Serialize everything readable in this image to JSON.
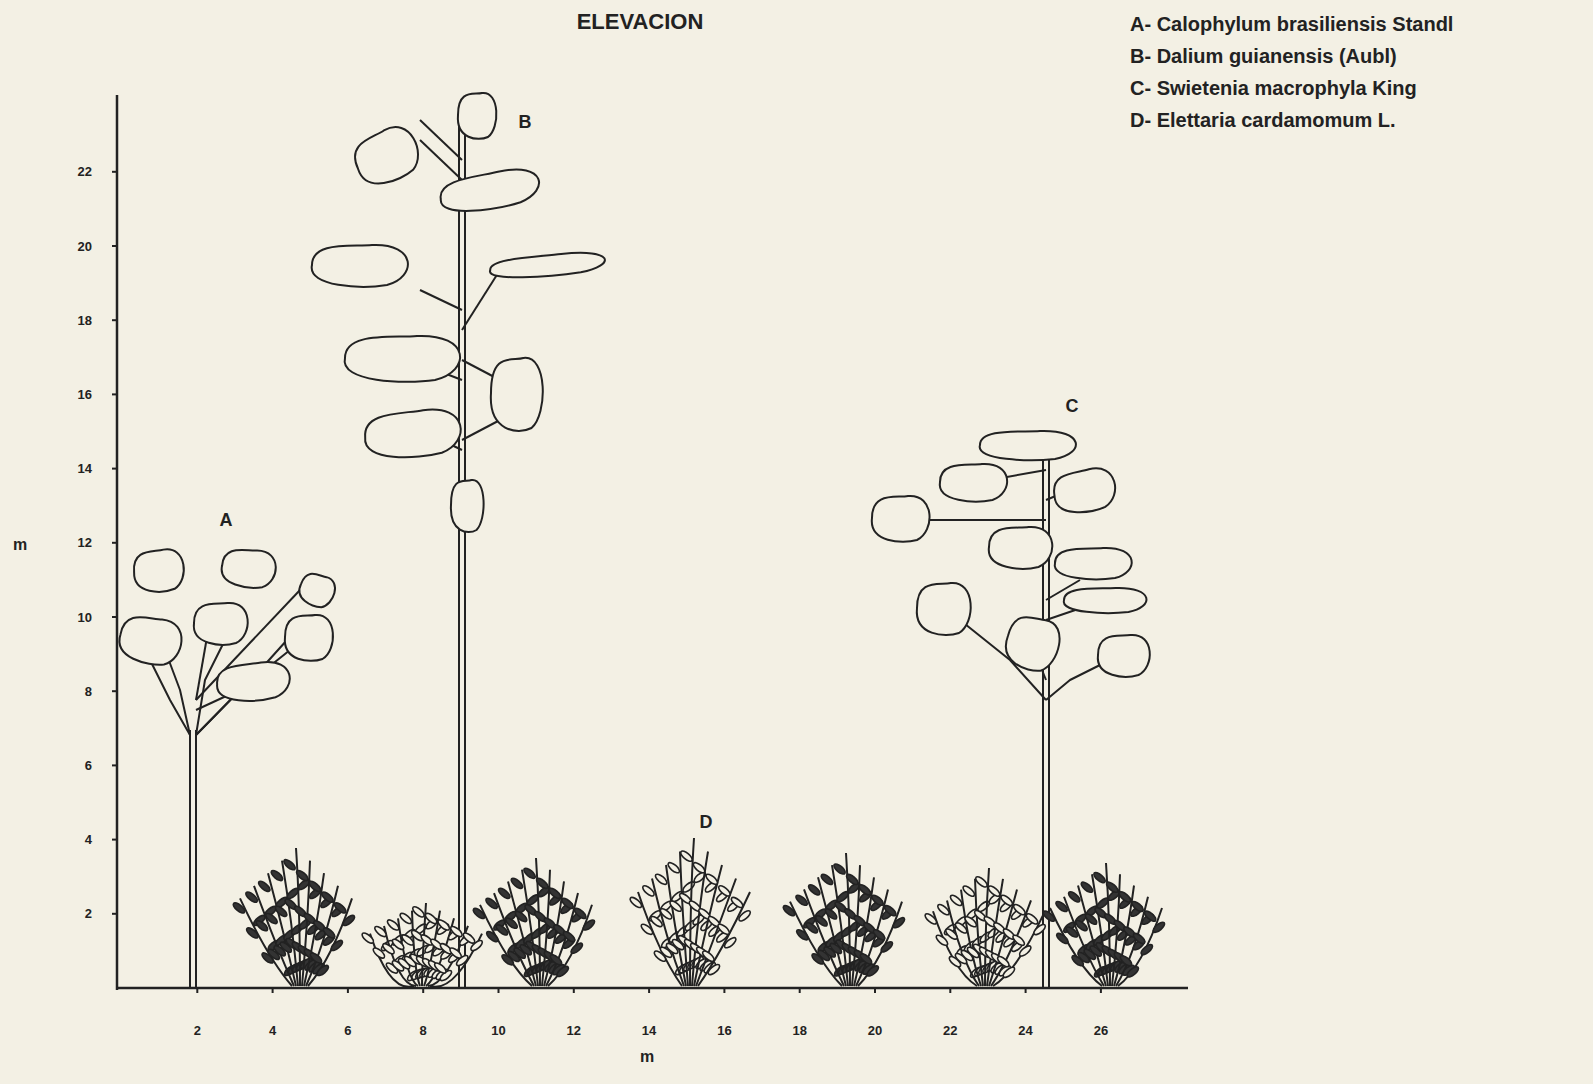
{
  "diagram": {
    "title": "ELEVACION",
    "labels": [
      "m",
      "2",
      "4",
      "6",
      "8",
      "10",
      "12",
      "14",
      "16",
      "18",
      "20",
      "22",
      "m",
      "2",
      "4",
      "6",
      "8",
      "10",
      "12",
      "14",
      "16",
      "18",
      "20",
      "22",
      "24",
      "26",
      "A",
      "B",
      "C",
      "D"
    ],
    "legend": [
      {
        "text": "A- Calophylum brasiliensis Standl"
      },
      {
        "text": "B- Dalium guianensis (Aubl)"
      },
      {
        "text": "C- Swietenia macrophyla King"
      },
      {
        "text": "D- Elettaria cardamomum L."
      }
    ]
  }
}
